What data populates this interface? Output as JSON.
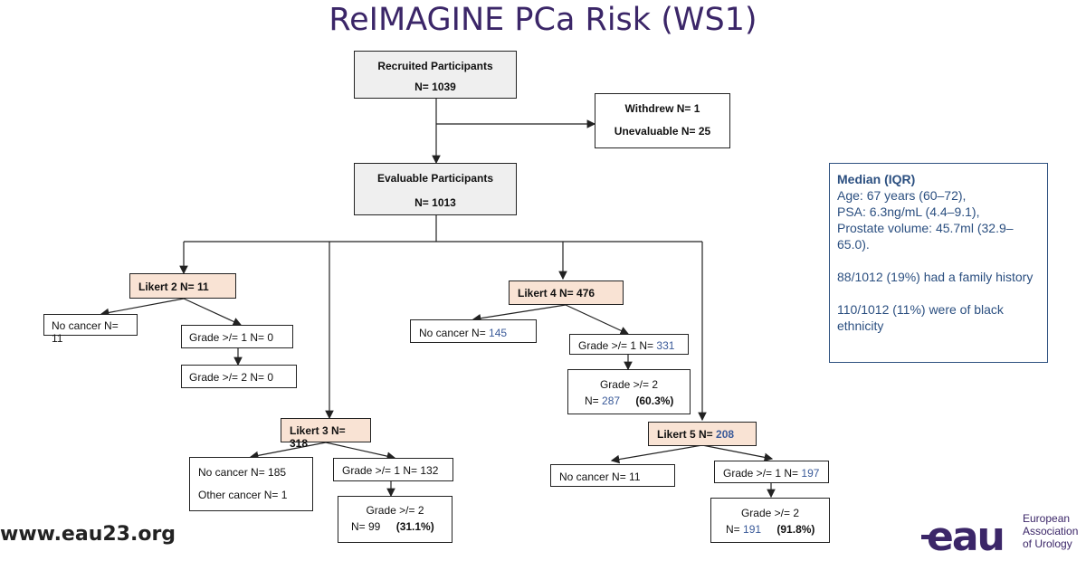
{
  "title": "ReIMAGINE PCa Risk (WS1)",
  "flow": {
    "recruited": {
      "label": "Recruited Participants",
      "n": "N= 1039"
    },
    "excluded": {
      "withdrew": "Withdrew N= 1",
      "unevaluable": "Unevaluable N= 25"
    },
    "evaluable": {
      "label": "Evaluable Participants",
      "n": "N= 1013"
    },
    "likert2": {
      "header": "Likert 2 N= 11",
      "no_cancer": "No cancer N= 11",
      "grade1": "Grade >/= 1 N= 0",
      "grade2": "Grade >/= 2 N= 0"
    },
    "likert3": {
      "header": "Likert 3 N= 318",
      "no_cancer": "No cancer N= 185",
      "other_cancer": "Other cancer N= 1",
      "grade1": "Grade >/= 1 N= 132",
      "grade2_label": "Grade >/= 2",
      "grade2_n": "N= 99",
      "grade2_pct": "(31.1%)"
    },
    "likert4": {
      "header": "Likert 4 N= 476",
      "no_cancer_prefix": "No cancer N= ",
      "no_cancer_n": "145",
      "grade1_prefix": "Grade >/= 1 N= ",
      "grade1_n": "331",
      "grade2_label": "Grade >/= 2",
      "grade2_prefix": "N= ",
      "grade2_n": "287",
      "grade2_pct": "(60.3%)"
    },
    "likert5": {
      "header_prefix": "Likert 5 N= ",
      "header_n": "208",
      "no_cancer": "No cancer N= 11",
      "grade1_prefix": "Grade >/= 1 N= ",
      "grade1_n": "197",
      "grade2_label": "Grade >/= 2",
      "grade2_prefix": "N= ",
      "grade2_n": "191",
      "grade2_pct": "(91.8%)"
    }
  },
  "info_box": {
    "heading": "Median (IQR)",
    "age": "Age: 67 years (60–72),",
    "psa": "PSA: 6.3ng/mL (4.4–9.1),",
    "volume": "Prostate volume: 45.7ml (32.9–65.0).",
    "family": "88/1012 (19%) had a family history",
    "ethnicity": "110/1012 (11%) were of black ethnicity"
  },
  "footer": {
    "url": "www.eau23.org",
    "logo_mark": "eau",
    "org_line1": "European",
    "org_line2": "Association",
    "org_line3": "of Urology"
  },
  "colors": {
    "title": "#3b2668",
    "grey_box": "#efefef",
    "likert_box": "#f9e3d4",
    "highlight_number": "#3a5a99",
    "info_text": "#2b4f80",
    "logo": "#3b2668"
  }
}
